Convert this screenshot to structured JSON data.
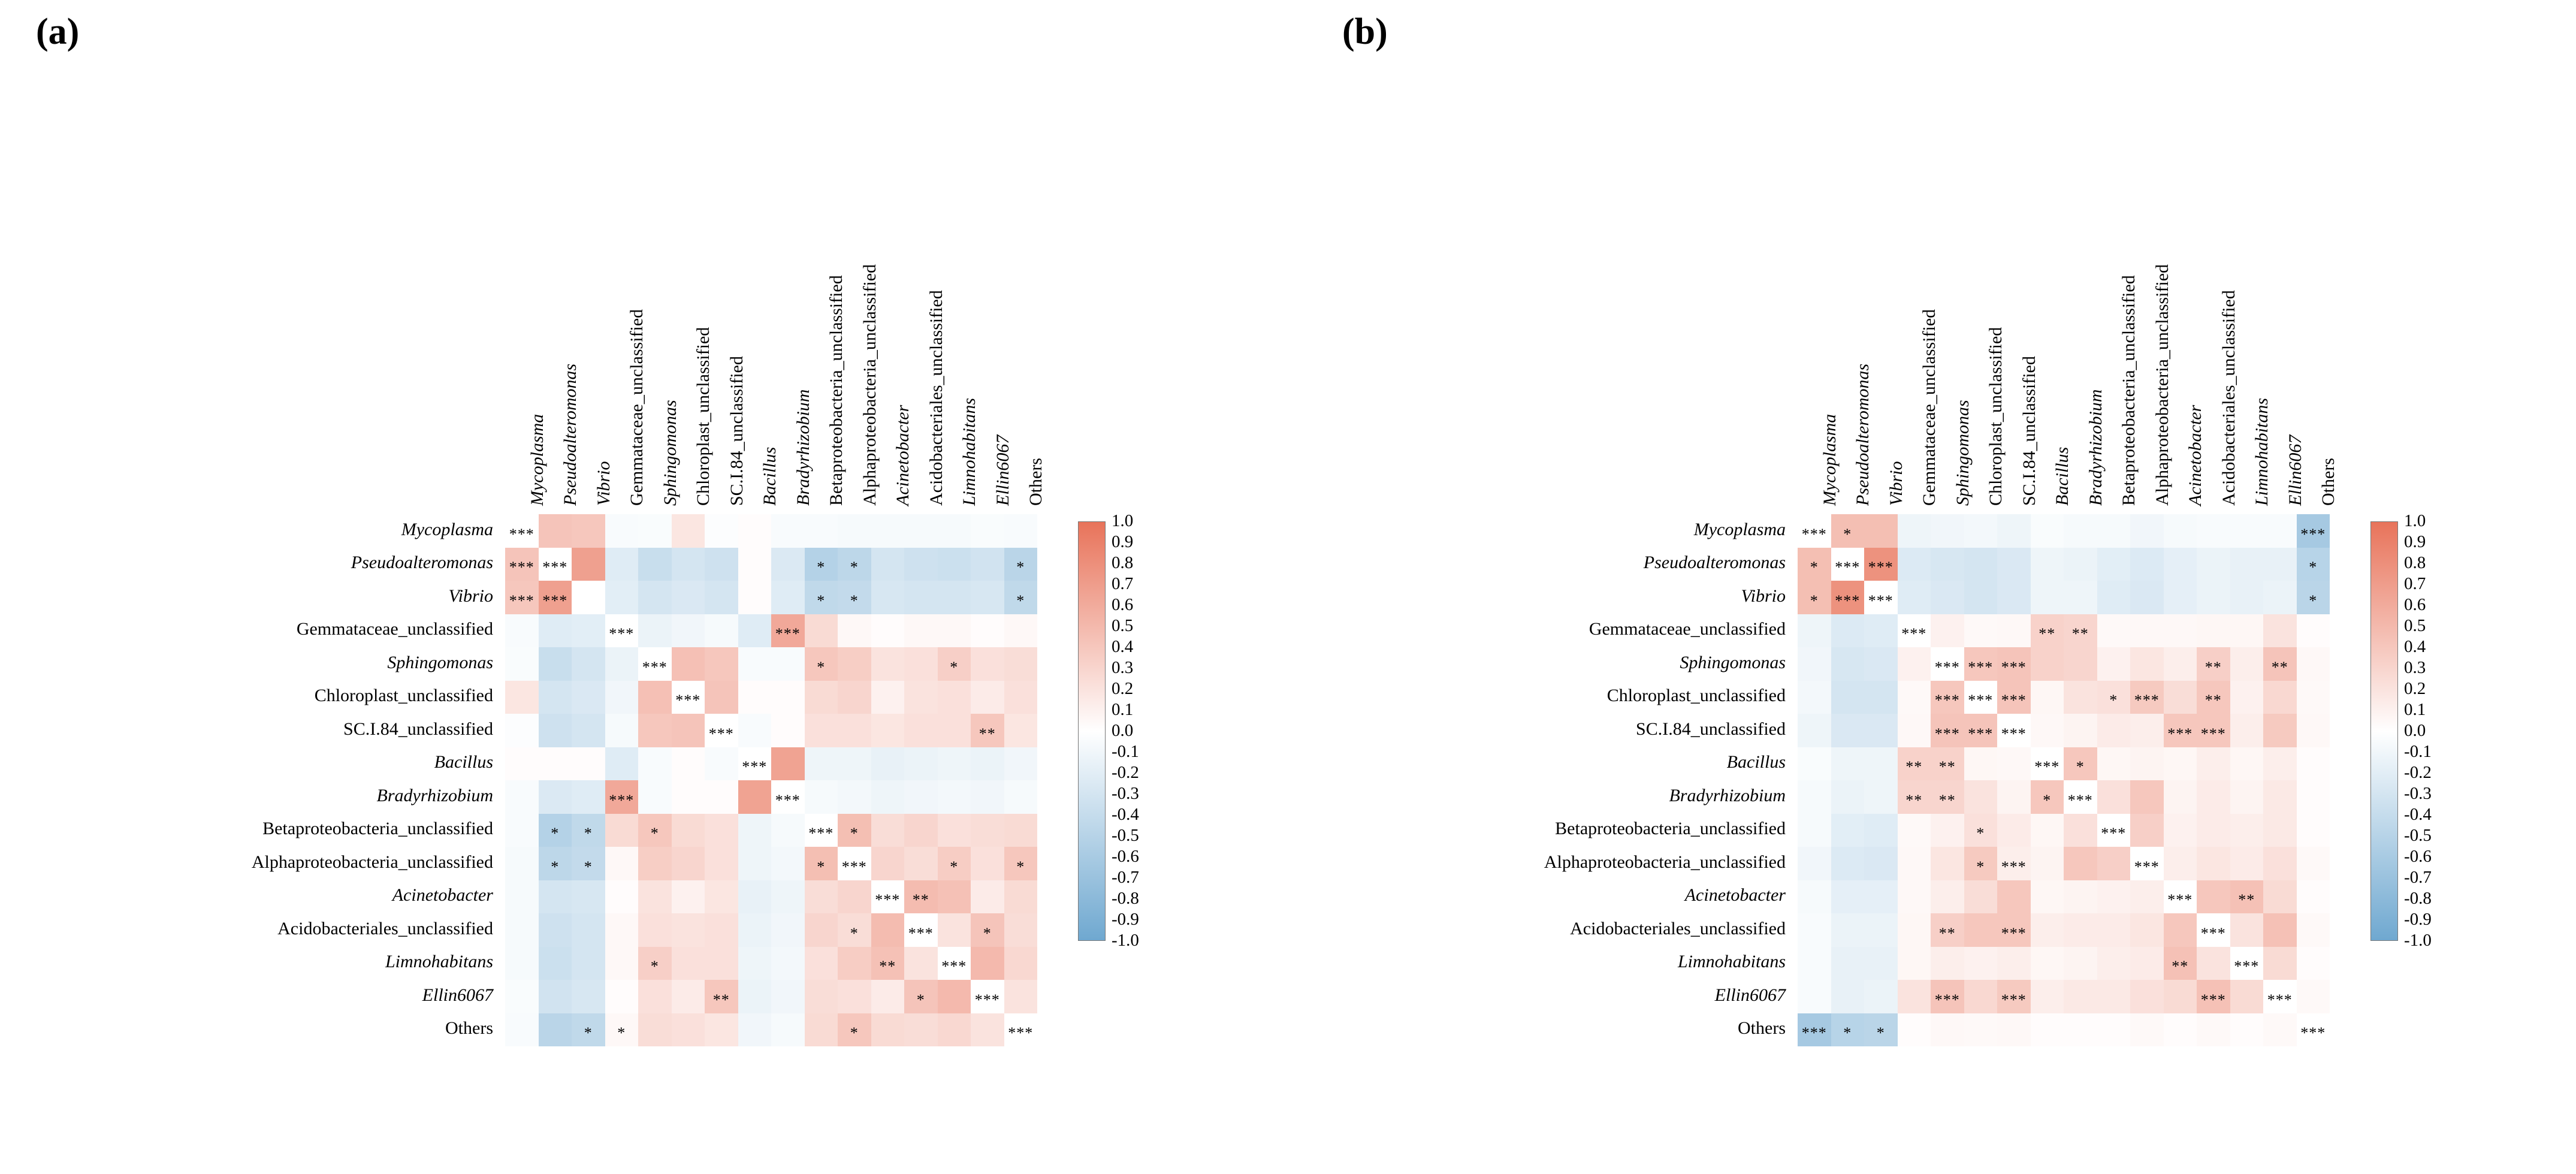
{
  "panels": [
    {
      "label": "(a)"
    },
    {
      "label": "(b)"
    }
  ],
  "taxa": [
    "Mycoplasma",
    "Pseudoalteromonas",
    "Vibrio",
    "Gemmataceae_unclassified",
    "Sphingomonas",
    "Chloroplast_unclassified",
    "SC.I.84_unclassified",
    "Bacillus",
    "Bradyrhizobium",
    "Betaproteobacteria_unclassified",
    "Alphaproteobacteria_unclassified",
    "Acinetobacter",
    "Acidobacteriales_unclassified",
    "Limnohabitans",
    "Ellin6067",
    "Others"
  ],
  "taxa_italic": [
    true,
    true,
    true,
    false,
    true,
    false,
    false,
    true,
    true,
    false,
    false,
    true,
    false,
    true,
    true,
    false
  ],
  "colorbar": {
    "ticks": [
      "1.0",
      "0.9",
      "0.8",
      "0.7",
      "0.6",
      "0.5",
      "0.4",
      "0.3",
      "0.2",
      "0.1",
      "0.0",
      "-0.1",
      "-0.2",
      "-0.3",
      "-0.4",
      "-0.5",
      "-0.6",
      "-0.7",
      "-0.8",
      "-0.9",
      "-1.0"
    ],
    "high_color": "#e8735a",
    "mid_color": "#ffffff",
    "low_color": "#6fa8d0",
    "vmin": -1.0,
    "vmax": 1.0
  },
  "chart_data": [
    {
      "type": "heatmap",
      "title": "(a)",
      "xlabel": "",
      "ylabel": "",
      "grid": false,
      "legend": "right colorbar",
      "zlim": [
        -1.0,
        1.0
      ],
      "categories": [
        "Mycoplasma",
        "Pseudoalteromonas",
        "Vibrio",
        "Gemmataceae_unclassified",
        "Sphingomonas",
        "Chloroplast_unclassified",
        "SC.I.84_unclassified",
        "Bacillus",
        "Bradyrhizobium",
        "Betaproteobacteria_unclassified",
        "Alphaproteobacteria_unclassified",
        "Acinetobacter",
        "Acidobacteriales_unclassified",
        "Limnohabitans",
        "Ellin6067",
        "Others"
      ],
      "values": [
        [
          1.0,
          0.42,
          0.4,
          -0.05,
          -0.04,
          0.18,
          -0.02,
          0.02,
          -0.05,
          -0.05,
          -0.06,
          -0.06,
          -0.06,
          -0.06,
          -0.04,
          -0.05
        ],
        [
          0.42,
          1.0,
          0.68,
          -0.22,
          -0.38,
          -0.3,
          -0.34,
          0.02,
          -0.25,
          -0.52,
          -0.46,
          -0.3,
          -0.34,
          -0.36,
          -0.32,
          -0.48
        ],
        [
          0.4,
          0.68,
          1.0,
          -0.2,
          -0.3,
          -0.26,
          -0.3,
          0.02,
          -0.22,
          -0.44,
          -0.42,
          -0.28,
          -0.3,
          -0.3,
          -0.28,
          -0.44
        ],
        [
          -0.05,
          -0.22,
          -0.2,
          1.0,
          -0.14,
          -0.1,
          -0.06,
          -0.22,
          0.62,
          0.26,
          0.05,
          0.02,
          0.05,
          0.05,
          0.02,
          0.05
        ],
        [
          -0.04,
          -0.38,
          -0.3,
          -0.14,
          1.0,
          0.45,
          0.4,
          -0.05,
          -0.05,
          0.4,
          0.35,
          0.2,
          0.22,
          0.34,
          0.22,
          0.24
        ],
        [
          0.18,
          -0.3,
          -0.26,
          -0.1,
          0.45,
          1.0,
          0.42,
          0.02,
          0.02,
          0.26,
          0.3,
          0.1,
          0.2,
          0.22,
          0.14,
          0.22
        ],
        [
          -0.02,
          -0.34,
          -0.3,
          -0.06,
          0.4,
          0.42,
          1.0,
          -0.05,
          0.02,
          0.22,
          0.22,
          0.18,
          0.22,
          0.22,
          0.4,
          0.18
        ],
        [
          0.02,
          0.02,
          0.02,
          -0.22,
          -0.05,
          0.02,
          -0.05,
          1.0,
          0.66,
          -0.12,
          -0.12,
          -0.16,
          -0.14,
          -0.12,
          -0.14,
          -0.1
        ],
        [
          -0.05,
          -0.25,
          -0.22,
          0.62,
          -0.05,
          0.02,
          0.02,
          0.66,
          1.0,
          -0.06,
          -0.08,
          -0.12,
          -0.1,
          -0.08,
          -0.1,
          -0.06
        ],
        [
          -0.05,
          -0.52,
          -0.44,
          0.26,
          0.4,
          0.26,
          0.22,
          -0.12,
          -0.06,
          1.0,
          0.46,
          0.24,
          0.3,
          0.22,
          0.24,
          0.26
        ],
        [
          -0.06,
          -0.46,
          -0.42,
          0.05,
          0.35,
          0.3,
          0.22,
          -0.12,
          -0.08,
          0.46,
          1.0,
          0.3,
          0.24,
          0.36,
          0.22,
          0.4
        ],
        [
          -0.06,
          -0.3,
          -0.28,
          0.02,
          0.2,
          0.1,
          0.18,
          -0.16,
          -0.12,
          0.24,
          0.3,
          1.0,
          0.48,
          0.44,
          0.14,
          0.26
        ],
        [
          -0.06,
          -0.34,
          -0.3,
          0.05,
          0.22,
          0.2,
          0.22,
          -0.14,
          -0.1,
          0.3,
          0.24,
          0.48,
          1.0,
          0.2,
          0.42,
          0.24
        ],
        [
          -0.06,
          -0.36,
          -0.3,
          0.05,
          0.34,
          0.22,
          0.22,
          -0.12,
          -0.08,
          0.22,
          0.36,
          0.44,
          0.2,
          1.0,
          0.5,
          0.28
        ],
        [
          -0.04,
          -0.32,
          -0.28,
          0.02,
          0.22,
          0.14,
          0.4,
          -0.14,
          -0.1,
          0.24,
          0.22,
          0.14,
          0.42,
          0.5,
          1.0,
          0.2
        ],
        [
          -0.05,
          -0.48,
          -0.44,
          0.05,
          0.24,
          0.22,
          0.18,
          -0.1,
          -0.06,
          0.26,
          0.4,
          0.26,
          0.24,
          0.28,
          0.2,
          1.0
        ]
      ],
      "significance": [
        [
          "***",
          "",
          "",
          "",
          "",
          "",
          "",
          "",
          "",
          "",
          "",
          "",
          "",
          "",
          "",
          ""
        ],
        [
          "***",
          "***",
          "",
          "",
          "",
          "",
          "",
          "",
          "",
          "*",
          "*",
          "",
          "",
          "",
          "",
          "*"
        ],
        [
          "***",
          "***",
          "",
          "",
          "",
          "",
          "",
          "",
          "",
          "*",
          "*",
          "",
          "",
          "",
          "",
          "*"
        ],
        [
          "",
          "",
          "",
          "***",
          "",
          "",
          "",
          "",
          "***",
          "",
          "",
          "",
          "",
          "",
          "",
          ""
        ],
        [
          "",
          "",
          "",
          "",
          "***",
          "",
          "",
          "",
          "",
          "*",
          "",
          "",
          "",
          "*",
          "",
          ""
        ],
        [
          "",
          "",
          "",
          "",
          "",
          "***",
          "",
          "",
          "",
          "",
          "",
          "",
          "",
          "",
          "",
          ""
        ],
        [
          "",
          "",
          "",
          "",
          "",
          "",
          "***",
          "",
          "",
          "",
          "",
          "",
          "",
          "",
          "**",
          ""
        ],
        [
          "",
          "",
          "",
          "",
          "",
          "",
          "",
          "***",
          "",
          "",
          "",
          "",
          "",
          "",
          "",
          ""
        ],
        [
          "",
          "",
          "",
          "***",
          "",
          "",
          "",
          "",
          "***",
          "",
          "",
          "",
          "",
          "",
          "",
          ""
        ],
        [
          "",
          "*",
          "*",
          "",
          "*",
          "",
          "",
          "",
          "",
          "***",
          "*",
          "",
          "",
          "",
          "",
          ""
        ],
        [
          "",
          "*",
          "*",
          "",
          "",
          "",
          "",
          "",
          "",
          "*",
          "***",
          "",
          "",
          "*",
          "",
          "*"
        ],
        [
          "",
          "",
          "",
          "",
          "",
          "",
          "",
          "",
          "",
          "",
          "",
          "***",
          "**",
          "",
          "",
          ""
        ],
        [
          "",
          "",
          "",
          "",
          "",
          "",
          "",
          "",
          "",
          "",
          "*",
          "",
          "***",
          "",
          "*",
          ""
        ],
        [
          "",
          "",
          "",
          "",
          "*",
          "",
          "",
          "",
          "",
          "",
          "",
          "**",
          "",
          "***",
          "",
          ""
        ],
        [
          "",
          "",
          "",
          "",
          "",
          "",
          "**",
          "",
          "",
          "",
          "",
          "",
          "*",
          "",
          "***",
          ""
        ],
        [
          "",
          "",
          "*",
          "*",
          "",
          "",
          "",
          "",
          "",
          "",
          "*",
          "",
          "",
          "",
          "",
          "***"
        ]
      ]
    },
    {
      "type": "heatmap",
      "title": "(b)",
      "xlabel": "",
      "ylabel": "",
      "grid": false,
      "legend": "right colorbar",
      "zlim": [
        -1.0,
        1.0
      ],
      "categories": [
        "Mycoplasma",
        "Pseudoalteromonas",
        "Vibrio",
        "Gemmataceae_unclassified",
        "Sphingomonas",
        "Chloroplast_unclassified",
        "SC.I.84_unclassified",
        "Bacillus",
        "Bradyrhizobium",
        "Betaproteobacteria_unclassified",
        "Alphaproteobacteria_unclassified",
        "Acinetobacter",
        "Acidobacteriales_unclassified",
        "Limnohabitans",
        "Ellin6067",
        "Others"
      ],
      "values": [
        [
          1.0,
          0.46,
          0.46,
          -0.12,
          -0.1,
          -0.08,
          -0.12,
          -0.04,
          -0.06,
          -0.06,
          -0.1,
          -0.06,
          -0.05,
          -0.05,
          -0.05,
          -0.62
        ],
        [
          0.46,
          1.0,
          0.78,
          -0.24,
          -0.28,
          -0.3,
          -0.26,
          -0.12,
          -0.14,
          -0.2,
          -0.24,
          -0.18,
          -0.14,
          -0.16,
          -0.16,
          -0.5
        ],
        [
          0.46,
          0.78,
          1.0,
          -0.22,
          -0.26,
          -0.3,
          -0.26,
          -0.12,
          -0.12,
          -0.22,
          -0.26,
          -0.18,
          -0.14,
          -0.16,
          -0.14,
          -0.48
        ],
        [
          -0.12,
          -0.24,
          -0.22,
          1.0,
          0.1,
          0.04,
          0.05,
          0.32,
          0.3,
          0.04,
          0.05,
          0.05,
          0.06,
          0.06,
          0.2,
          0.02
        ],
        [
          -0.1,
          -0.28,
          -0.26,
          0.1,
          1.0,
          0.4,
          0.42,
          0.32,
          0.3,
          0.1,
          0.18,
          0.12,
          0.34,
          0.12,
          0.42,
          0.05
        ],
        [
          -0.08,
          -0.3,
          -0.3,
          0.04,
          0.4,
          1.0,
          0.42,
          0.06,
          0.2,
          0.22,
          0.38,
          0.24,
          0.4,
          0.1,
          0.28,
          0.04
        ],
        [
          -0.12,
          -0.26,
          -0.26,
          0.05,
          0.42,
          0.42,
          1.0,
          0.05,
          0.08,
          0.14,
          0.12,
          0.4,
          0.4,
          0.12,
          0.38,
          0.05
        ],
        [
          -0.04,
          -0.12,
          -0.12,
          0.32,
          0.32,
          0.06,
          0.05,
          1.0,
          0.4,
          0.06,
          0.08,
          0.06,
          0.12,
          0.06,
          0.12,
          0.02
        ],
        [
          -0.06,
          -0.14,
          -0.12,
          0.3,
          0.3,
          0.2,
          0.08,
          0.4,
          1.0,
          0.22,
          0.4,
          0.08,
          0.14,
          0.08,
          0.16,
          0.02
        ],
        [
          -0.06,
          -0.2,
          -0.22,
          0.04,
          0.1,
          0.22,
          0.14,
          0.06,
          0.22,
          1.0,
          0.34,
          0.1,
          0.14,
          0.12,
          0.16,
          0.02
        ],
        [
          -0.1,
          -0.24,
          -0.26,
          0.05,
          0.18,
          0.38,
          0.12,
          0.08,
          0.4,
          0.34,
          1.0,
          0.12,
          0.18,
          0.14,
          0.22,
          0.04
        ],
        [
          -0.06,
          -0.18,
          -0.18,
          0.05,
          0.12,
          0.24,
          0.4,
          0.06,
          0.08,
          0.1,
          0.12,
          1.0,
          0.4,
          0.44,
          0.26,
          0.02
        ],
        [
          -0.05,
          -0.14,
          -0.14,
          0.06,
          0.34,
          0.4,
          0.4,
          0.12,
          0.14,
          0.14,
          0.18,
          0.4,
          1.0,
          0.2,
          0.44,
          0.04
        ],
        [
          -0.05,
          -0.16,
          -0.16,
          0.06,
          0.12,
          0.1,
          0.12,
          0.06,
          0.08,
          0.12,
          0.14,
          0.44,
          0.2,
          1.0,
          0.26,
          0.02
        ],
        [
          -0.05,
          -0.16,
          -0.14,
          0.2,
          0.42,
          0.28,
          0.38,
          0.12,
          0.16,
          0.16,
          0.22,
          0.26,
          0.44,
          0.26,
          1.0,
          0.04
        ],
        [
          -0.62,
          -0.5,
          -0.48,
          0.02,
          0.05,
          0.04,
          0.05,
          0.02,
          0.02,
          0.02,
          0.04,
          0.02,
          0.04,
          0.02,
          0.04,
          1.0
        ]
      ],
      "significance": [
        [
          "***",
          "*",
          "",
          "",
          "",
          "",
          "",
          "",
          "",
          "",
          "",
          "",
          "",
          "",
          "",
          "***"
        ],
        [
          "*",
          "***",
          "***",
          "",
          "",
          "",
          "",
          "",
          "",
          "",
          "",
          "",
          "",
          "",
          "",
          "*"
        ],
        [
          "*",
          "***",
          "***",
          "",
          "",
          "",
          "",
          "",
          "",
          "",
          "",
          "",
          "",
          "",
          "",
          "*"
        ],
        [
          "",
          "",
          "",
          "***",
          "",
          "",
          "",
          "**",
          "**",
          "",
          "",
          "",
          "",
          "",
          "",
          ""
        ],
        [
          "",
          "",
          "",
          "",
          "***",
          "***",
          "***",
          "",
          "",
          "",
          "",
          "",
          "**",
          "",
          "**",
          ""
        ],
        [
          "",
          "",
          "",
          "",
          "***",
          "***",
          "***",
          "",
          "",
          "*",
          "***",
          "",
          "**",
          "",
          "",
          ""
        ],
        [
          "",
          "",
          "",
          "",
          "***",
          "***",
          "***",
          "",
          "",
          "",
          "",
          "***",
          "***",
          "",
          "",
          ""
        ],
        [
          "",
          "",
          "",
          "**",
          "**",
          "",
          "",
          "***",
          "*",
          "",
          "",
          "",
          "",
          "",
          "",
          ""
        ],
        [
          "",
          "",
          "",
          "**",
          "**",
          "",
          "",
          "*",
          "***",
          "",
          "",
          "",
          "",
          "",
          "",
          ""
        ],
        [
          "",
          "",
          "",
          "",
          "",
          "*",
          "",
          "",
          "",
          "***",
          "",
          "",
          "",
          "",
          "",
          ""
        ],
        [
          "",
          "",
          "",
          "",
          "",
          "*",
          "***",
          "",
          "",
          "",
          "***",
          "",
          "",
          "",
          "",
          ""
        ],
        [
          "",
          "",
          "",
          "",
          "",
          "",
          "",
          "",
          "",
          "",
          "",
          "***",
          "",
          "**",
          "",
          ""
        ],
        [
          "",
          "",
          "",
          "",
          "**",
          "",
          "***",
          "",
          "",
          "",
          "",
          "",
          "***",
          "",
          "",
          ""
        ],
        [
          "",
          "",
          "",
          "",
          "",
          "",
          "",
          "",
          "",
          "",
          "",
          "**",
          "",
          "***",
          "",
          ""
        ],
        [
          "",
          "",
          "",
          "",
          "***",
          "",
          "***",
          "",
          "",
          "",
          "",
          "",
          "***",
          "",
          "***",
          ""
        ],
        [
          "***",
          "*",
          "*",
          "",
          "",
          "",
          "",
          "",
          "",
          "",
          "",
          "",
          "",
          "",
          "",
          "***"
        ]
      ]
    }
  ]
}
